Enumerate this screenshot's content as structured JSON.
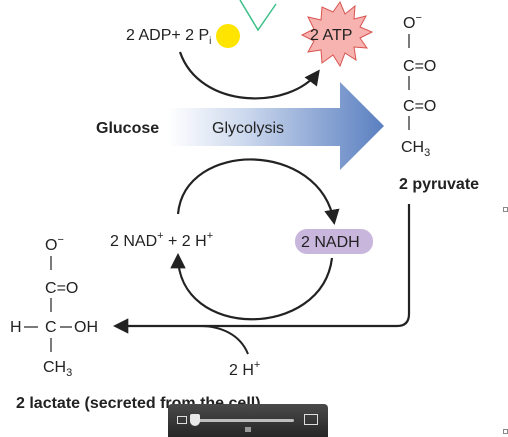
{
  "diagram": {
    "glucose": "Glucose",
    "glycolysis": "Glycolysis",
    "adp_prefix": "2 ADP",
    "adp_plus": "+ 2 ",
    "pi": "P",
    "pi_sub": "i",
    "atp": "2 ATP",
    "nad_prefix": "2 NAD",
    "nad_sup": "+",
    "nad_suffix": " + 2 H",
    "h_sup": "+",
    "nadh": "2 NADH",
    "h2_prefix": "2 H",
    "h2_sup": "+",
    "pyruvate_label": "2 pyruvate",
    "lactate_label": "2 lactate (secreted from the cell)",
    "pyruvate": {
      "o_minus": "O",
      "minus": "−",
      "c1": "C",
      "eq1": "=O",
      "c2": "C",
      "eq2": "=O",
      "ch3": "CH",
      "ch3_sub": "3"
    },
    "lactate": {
      "o_minus": "O",
      "minus": "−",
      "c1": "C",
      "eq1": "=O",
      "h": "H",
      "c2": "C",
      "oh": "OH",
      "ch3": "CH",
      "ch3_sub": "3"
    }
  },
  "colors": {
    "arrow_blue": "#5a7fc0",
    "arrow_light": "#e4ecf7",
    "nadh_bubble": "#c9b6dd",
    "atp_burst": "#f7b3b0",
    "atp_outline": "#d9534f",
    "pi_circle": "#ffe400",
    "glow_outline": "#3cc08a"
  },
  "media_bar": {
    "zoom_out_icon": "image-small-icon",
    "zoom_in_icon": "image-large-icon"
  }
}
